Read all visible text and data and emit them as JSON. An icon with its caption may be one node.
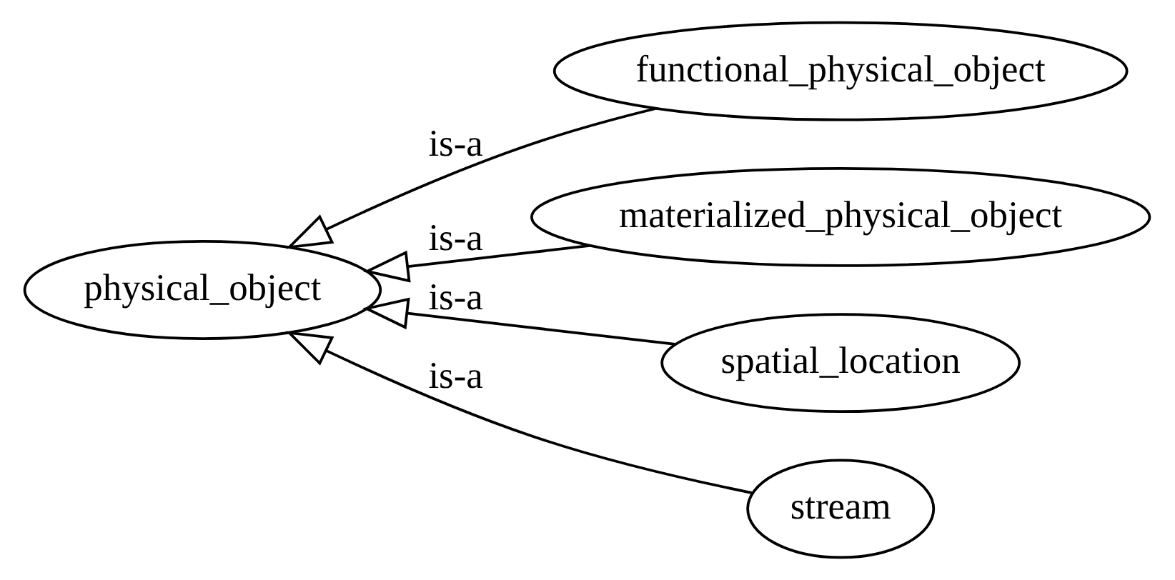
{
  "diagram": {
    "nodes": [
      {
        "text": [
          "physical_object"
        ]
      },
      {
        "text": [
          "functional_physical_object"
        ]
      },
      {
        "text": [
          "materialized_physical_object"
        ]
      },
      {
        "text": [
          "spatial_location"
        ]
      },
      {
        "text": [
          "stream"
        ]
      }
    ],
    "edges": [
      {
        "from": 1,
        "to": 0,
        "arrow": "to",
        "label": "is-a"
      },
      {
        "from": 2,
        "to": 0,
        "arrow": "to",
        "label": "is-a"
      },
      {
        "from": 3,
        "to": 0,
        "arrow": "to",
        "label": "is-a"
      },
      {
        "from": 4,
        "to": 0,
        "arrow": "to",
        "label": "is-a"
      }
    ]
  }
}
